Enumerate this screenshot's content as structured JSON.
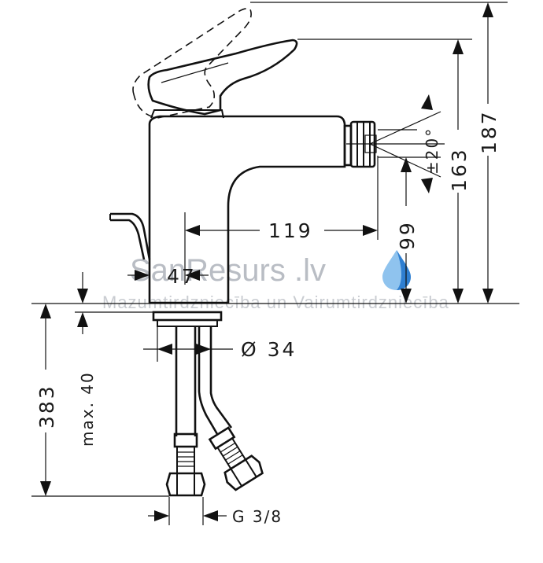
{
  "dimensions": {
    "total_height": "187",
    "lever_height": "163",
    "swivel_angle": "±20°",
    "outlet_height": "99",
    "spout_reach": "119",
    "outlet_offset": "47",
    "body_diameter": "Ø 34",
    "max_deck": "max. 40",
    "hose_length": "383",
    "thread": "G 3/8"
  },
  "watermark": {
    "brand": "SanResurs .lv",
    "tagline": "Mazumtirdzniecība un Vairumtirdzniecība"
  },
  "colors": {
    "line": "#111111",
    "watermark": "#b9bdc4",
    "drop_light": "#8fc3ee",
    "drop_dark": "#2f7fd1"
  }
}
